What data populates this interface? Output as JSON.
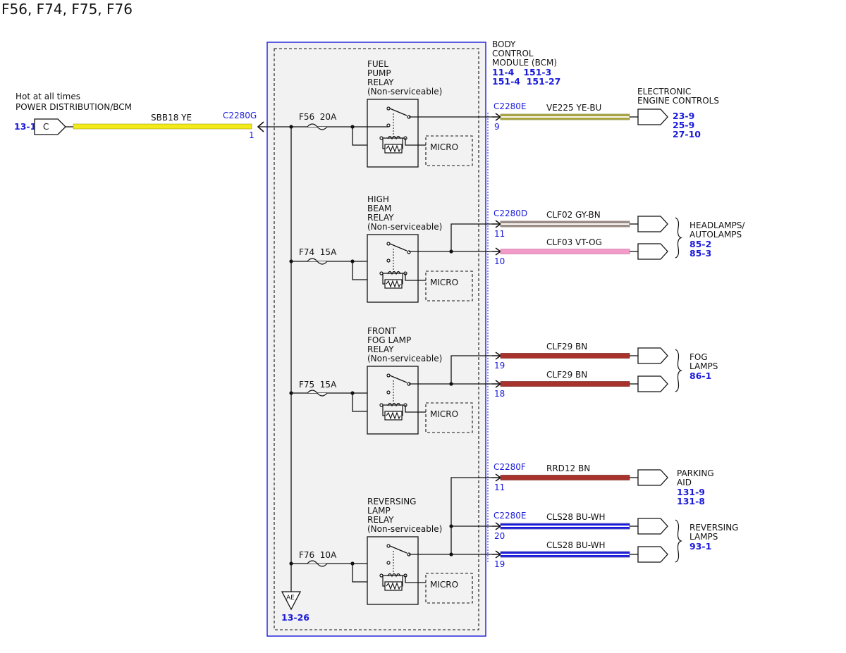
{
  "title": "F56, F74, F75, F76",
  "colors": {
    "yellow": "#f2ea1b",
    "olive": "#a9a43a",
    "gray_brown": "#9a8b84",
    "pink": "#f29ac8",
    "brown_red": "#a8322c",
    "blue_wire": "#1a1adb",
    "ref_blue": "#1a1adb",
    "box_fill": "#f2f2f2"
  },
  "source": {
    "desc_line1": "Hot at all times",
    "desc_line2": "POWER DISTRIBUTION/BCM",
    "ref": "13-1",
    "connector_letter": "C",
    "wire_label": "SBB18  YE",
    "connector_id": "C2280G",
    "pin": "1"
  },
  "bcm": {
    "lines": [
      "BODY",
      "CONTROL",
      "MODULE (BCM)"
    ],
    "refs": [
      "11-4   151-3",
      "151-4  151-27"
    ]
  },
  "fuses": [
    {
      "label": "F56  20A"
    },
    {
      "label": "F74  15A"
    },
    {
      "label": "F75  15A"
    },
    {
      "label": "F76  10A"
    }
  ],
  "relays": [
    {
      "lines": [
        "FUEL",
        "PUMP",
        "RELAY",
        "(Non-serviceable)"
      ],
      "micro": "MICRO"
    },
    {
      "lines": [
        "HIGH",
        "BEAM",
        "RELAY",
        "(Non-serviceable)"
      ],
      "micro": "MICRO"
    },
    {
      "lines": [
        "FRONT",
        "FOG LAMP",
        "RELAY",
        "(Non-serviceable)"
      ],
      "micro": "MICRO"
    },
    {
      "lines": [
        "REVERSING",
        "LAMP",
        "RELAY",
        "(Non-serviceable)"
      ],
      "micro": "MICRO"
    }
  ],
  "outputs": [
    {
      "connector": "C2280E",
      "pin": "9",
      "wire": "VE225  YE-BU",
      "color": "olive"
    },
    {
      "connector": "C2280D",
      "pin": "11",
      "wire": "CLF02  GY-BN",
      "color": "gray_brown"
    },
    {
      "connector": "",
      "pin": "10",
      "wire": "CLF03  VT-OG",
      "color": "pink"
    },
    {
      "connector": "",
      "pin": "19",
      "wire": "CLF29  BN",
      "color": "brown_red"
    },
    {
      "connector": "",
      "pin": "18",
      "wire": "CLF29  BN",
      "color": "brown_red"
    },
    {
      "connector": "C2280F",
      "pin": "11",
      "wire": "RRD12  BN",
      "color": "brown_red"
    },
    {
      "connector": "C2280E",
      "pin": "20",
      "wire": "CLS28  BU-WH",
      "color": "blue_wire"
    },
    {
      "connector": "",
      "pin": "19",
      "wire": "CLS28  BU-WH",
      "color": "blue_wire"
    }
  ],
  "destinations": [
    {
      "lines": [
        "ELECTRONIC",
        "ENGINE CONTROLS"
      ],
      "refs": [
        "23-9",
        "25-9",
        "27-10"
      ]
    },
    {
      "lines": [
        "HEADLAMPS/",
        "AUTOLAMPS"
      ],
      "refs": [
        "85-2",
        "85-3"
      ]
    },
    {
      "lines": [
        "FOG",
        "LAMPS"
      ],
      "refs": [
        "86-1"
      ]
    },
    {
      "lines": [
        "PARKING",
        "AID"
      ],
      "refs": [
        "131-9",
        "131-8"
      ]
    },
    {
      "lines": [
        "REVERSING",
        "LAMPS"
      ],
      "refs": [
        "93-1"
      ]
    }
  ],
  "ground": {
    "label": "AE",
    "ref": "13-26"
  }
}
